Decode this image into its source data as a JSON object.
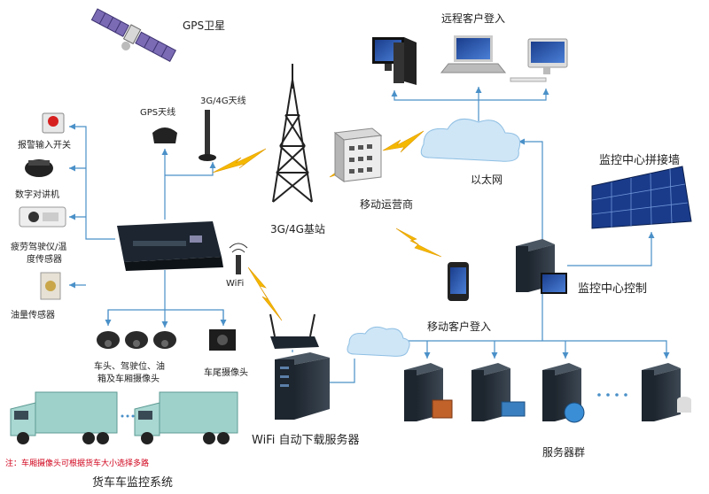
{
  "labels": {
    "gps_satellite": "GPS卫星",
    "remote_login": "远程客户登入",
    "alarm_input": "报警输入开关",
    "digital_intercom": "数字对讲机",
    "fatigue_sensor_1": "疲劳驾驶仪/温",
    "fatigue_sensor_2": "度传感器",
    "oil_sensor": "油量传感器",
    "gps_antenna": "GPS天线",
    "antenna_3g4g": "3G/4G天线",
    "base_station": "3G/4G基站",
    "mobile_operator": "移动运营商",
    "ethernet": "以太网",
    "monitor_wall": "监控中心拼接墙",
    "monitor_center": "监控中心控制",
    "wifi": "WiFi",
    "mobile_login": "移动客户登入",
    "camera_desc_1": "车头、驾驶位、油",
    "camera_desc_2": "箱及车厢摄像头",
    "rear_camera": "车尾摄像头",
    "wifi_server": "WiFi 自动下载服务器",
    "server_cluster": "服务器群",
    "note": "注：车厢摄像头可根据货车大小选择多路",
    "truck_system": "货车车监控系统"
  },
  "colors": {
    "line": "#4a90c8",
    "lightning": "#f5b800",
    "cloud": "#cfe6f7",
    "server": "#2a3440"
  }
}
